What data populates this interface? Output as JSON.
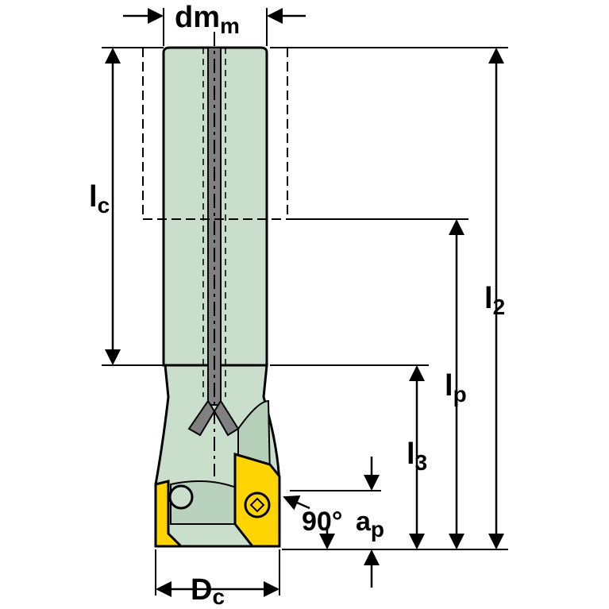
{
  "colors": {
    "body": "#c9dfcc",
    "insert": "#ffd400",
    "coolant": "#808080",
    "ink": "#000000"
  },
  "labels": {
    "dm_main": "dm",
    "dm_sub": "m",
    "lc_main": "l",
    "lc_sub": "c",
    "l2_main": "l",
    "l2_sub": "2",
    "lp_main": "l",
    "lp_sub": "p",
    "l3_main": "l",
    "l3_sub": "3",
    "angle": "90°",
    "ap_main": "a",
    "ap_sub": "p",
    "dc_main": "D",
    "dc_sub": "c"
  }
}
